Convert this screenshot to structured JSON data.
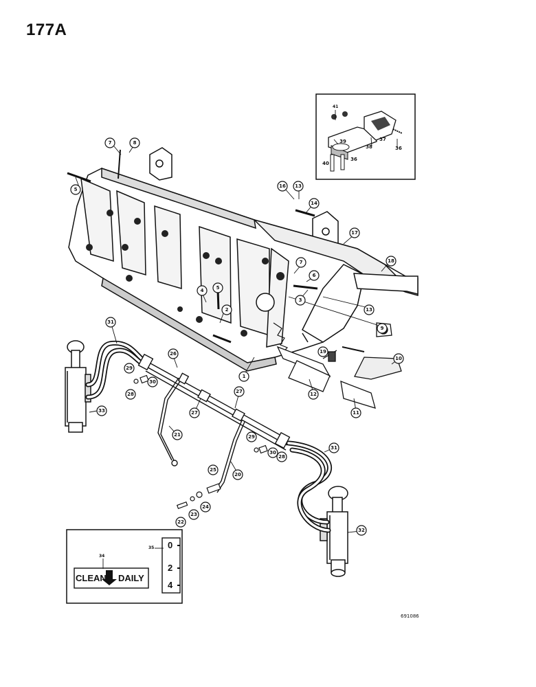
{
  "page": {
    "number": "177A",
    "drawing_number": "691086"
  },
  "callouts": [
    {
      "id": "c7a",
      "label": "7"
    },
    {
      "id": "c8a",
      "label": "8"
    },
    {
      "id": "c5",
      "label": "5"
    },
    {
      "id": "c16",
      "label": "16"
    },
    {
      "id": "c13a",
      "label": "13"
    },
    {
      "id": "c14",
      "label": "14"
    },
    {
      "id": "c17",
      "label": "17"
    },
    {
      "id": "c18",
      "label": "18"
    },
    {
      "id": "c7b",
      "label": "7"
    },
    {
      "id": "c6",
      "label": "6"
    },
    {
      "id": "c3",
      "label": "3"
    },
    {
      "id": "c13b",
      "label": "13"
    },
    {
      "id": "c9",
      "label": "9"
    },
    {
      "id": "c4",
      "label": "4"
    },
    {
      "id": "c5b",
      "label": "5"
    },
    {
      "id": "c2",
      "label": "2"
    },
    {
      "id": "c1",
      "label": "1"
    },
    {
      "id": "c19",
      "label": "19"
    },
    {
      "id": "c10",
      "label": "10"
    },
    {
      "id": "c12",
      "label": "12"
    },
    {
      "id": "c11",
      "label": "11"
    },
    {
      "id": "c31a",
      "label": "31"
    },
    {
      "id": "c33",
      "label": "33"
    },
    {
      "id": "c26",
      "label": "26"
    },
    {
      "id": "c29a",
      "label": "29"
    },
    {
      "id": "c28a",
      "label": "28"
    },
    {
      "id": "c30a",
      "label": "30"
    },
    {
      "id": "c27a",
      "label": "27"
    },
    {
      "id": "c27b",
      "label": "27"
    },
    {
      "id": "c21",
      "label": "21"
    },
    {
      "id": "c29b",
      "label": "29"
    },
    {
      "id": "c30b",
      "label": "30"
    },
    {
      "id": "c28b",
      "label": "28"
    },
    {
      "id": "c20",
      "label": "20"
    },
    {
      "id": "c31b",
      "label": "31"
    },
    {
      "id": "c25",
      "label": "25"
    },
    {
      "id": "c24",
      "label": "24"
    },
    {
      "id": "c23",
      "label": "23"
    },
    {
      "id": "c22",
      "label": "22"
    },
    {
      "id": "c32",
      "label": "32"
    },
    {
      "id": "c38",
      "label": "38"
    },
    {
      "id": "c37",
      "label": "37"
    },
    {
      "id": "c36a",
      "label": "36"
    },
    {
      "id": "c39",
      "label": "39"
    },
    {
      "id": "c40",
      "label": "40"
    },
    {
      "id": "c36b",
      "label": "36"
    }
  ],
  "inset": {
    "callout_41": "41"
  },
  "decal": {
    "callout_34": "34",
    "callout_35": "35",
    "clean_text": "CLEAN",
    "daily_text": "DAILY",
    "gauge_values": [
      "0",
      "2",
      "4"
    ]
  }
}
